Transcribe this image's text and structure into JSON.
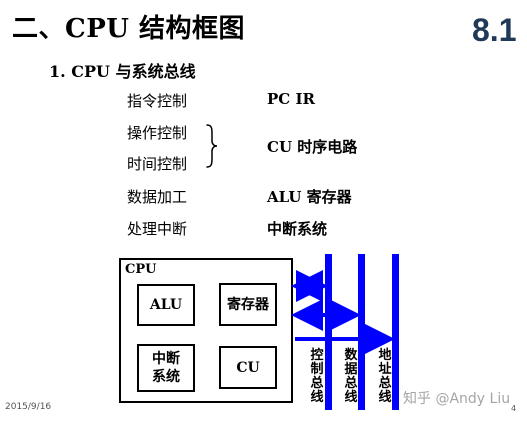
{
  "slide": {
    "title": "二、CPU 结构框图",
    "number": "8.1",
    "subtitle": "1. CPU 与系统总线",
    "rows": [
      {
        "left": "指令控制",
        "right": "PC   IR"
      },
      {
        "left": "操作控制",
        "right": ""
      },
      {
        "left": "时间控制",
        "right": "CU   时序电路"
      },
      {
        "left": "数据加工",
        "right": "ALU  寄存器"
      },
      {
        "left": "处理中断",
        "right": "中断系统"
      }
    ],
    "footer": {
      "date": "2015/9/16",
      "page": "4"
    },
    "watermark": "知乎 @Andy Liu"
  },
  "diagram": {
    "cpu_label": "CPU",
    "units": {
      "alu": "ALU",
      "register": "寄存器",
      "interrupt": "中断系统",
      "cu": "CU"
    },
    "buses": {
      "control": "控制总线",
      "data": "数据总线",
      "address": "地址总线"
    }
  },
  "colors": {
    "bus": "#0000ff",
    "accent_number": "#1f3956"
  },
  "icons": {
    "brace": "right-brace-icon"
  }
}
